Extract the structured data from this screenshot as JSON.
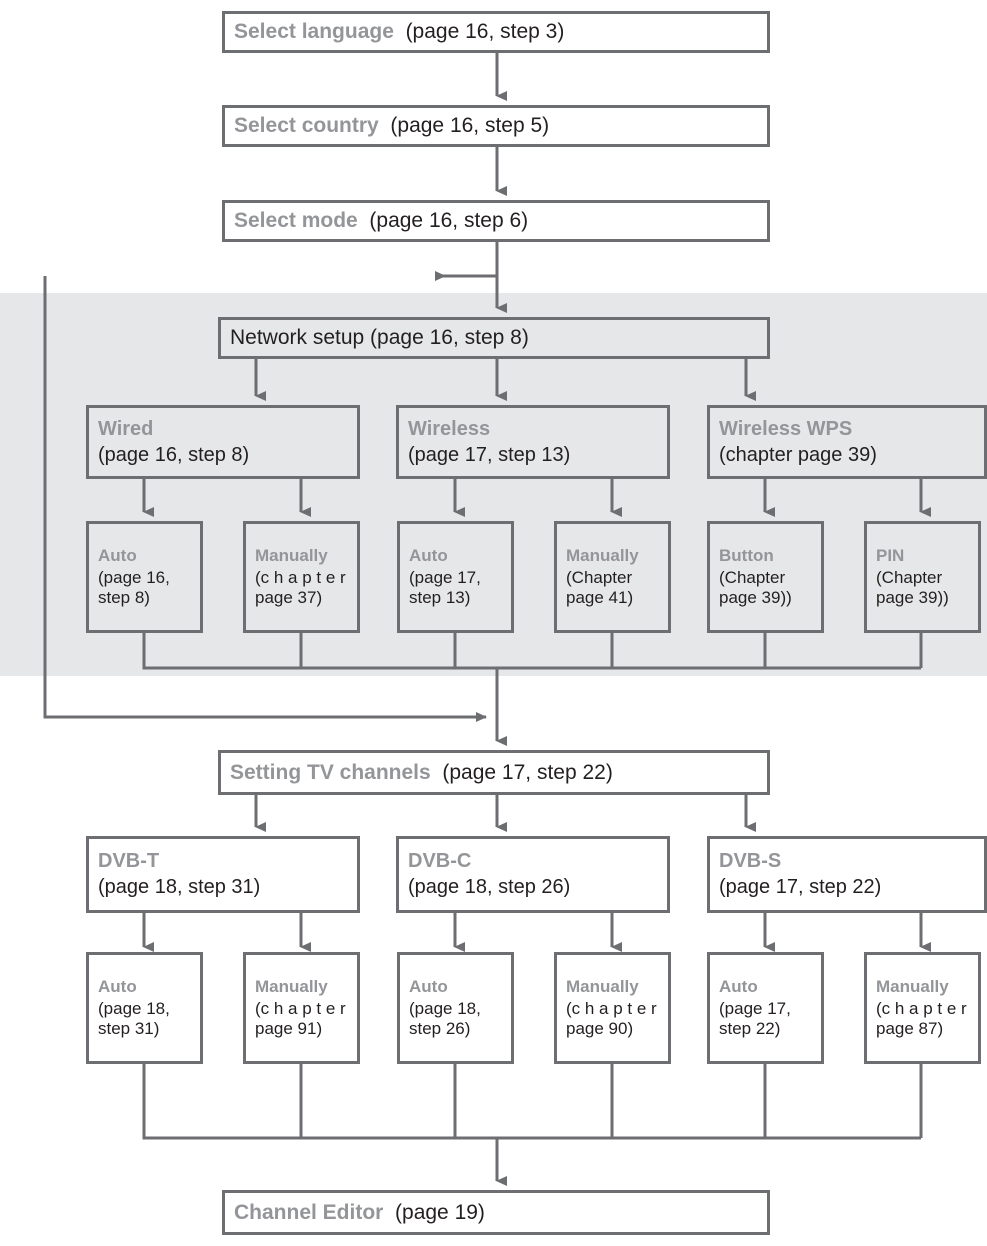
{
  "diagram": {
    "title": "TV first installation / channel setup flowchart",
    "colors": {
      "border": "#6d6e71",
      "title_text": "#939598",
      "body_text": "#231f20",
      "band_fill": "#e6e7e8",
      "background": "#ffffff"
    },
    "nodes": {
      "select_language": {
        "title": "Select language",
        "ref": "(page 16, step 3)"
      },
      "select_country": {
        "title": "Select country",
        "ref": "(page 16, step 5)"
      },
      "select_mode": {
        "title": "Select mode",
        "ref": "(page 16, step 6)"
      },
      "network_setup": {
        "title": "Network setup (page 16, step 8)"
      },
      "wired": {
        "title": "Wired",
        "ref": "(page 16, step 8)"
      },
      "wireless": {
        "title": "Wireless",
        "ref": "(page 17, step 13)"
      },
      "wireless_wps": {
        "title": "Wireless WPS",
        "ref": "(chapter page 39)"
      },
      "wired_auto": {
        "title": "Auto",
        "ref_line1": "(page 16,",
        "ref_line2": "step 8)"
      },
      "wired_manually": {
        "title": "Manually",
        "ref_line1": "(c h a p t e r",
        "ref_line2": "page 37)"
      },
      "wireless_auto": {
        "title": "Auto",
        "ref_line1": "(page 17,",
        "ref_line2": "step 13)"
      },
      "wireless_manually": {
        "title": "Manually",
        "ref_line1": "(Chapter",
        "ref_line2": "page 41)"
      },
      "wps_button": {
        "title": "Button",
        "ref_line1": "(Chapter",
        "ref_line2": "page 39))"
      },
      "wps_pin": {
        "title": "PIN",
        "ref_line1": "(Chapter",
        "ref_line2": "page 39))"
      },
      "setting_tv_channels": {
        "title": "Setting TV channels",
        "ref": "(page 17, step 22)"
      },
      "dvb_t": {
        "title": "DVB-T",
        "ref": "(page 18, step 31)"
      },
      "dvb_c": {
        "title": "DVB-C",
        "ref": "(page 18, step 26)"
      },
      "dvb_s": {
        "title": "DVB-S",
        "ref": "(page 17, step 22)"
      },
      "dvbt_auto": {
        "title": "Auto",
        "ref_line1": "(page 18,",
        "ref_line2": "step 31)"
      },
      "dvbt_manually": {
        "title": "Manually",
        "ref_line1": "(c h a p t e r",
        "ref_line2": "page 91)"
      },
      "dvbc_auto": {
        "title": "Auto",
        "ref_line1": "(page 18,",
        "ref_line2": "step 26)"
      },
      "dvbc_manually": {
        "title": "Manually",
        "ref_line1": "(c h a p t e r",
        "ref_line2": "page 90)"
      },
      "dvbs_auto": {
        "title": "Auto",
        "ref_line1": "(page 17,",
        "ref_line2": "step 22)"
      },
      "dvbs_manually": {
        "title": "Manually",
        "ref_line1": "(c h a p t e r",
        "ref_line2": "page 87)"
      },
      "channel_editor": {
        "title": "Channel Editor",
        "ref": "(page 19)"
      }
    }
  }
}
